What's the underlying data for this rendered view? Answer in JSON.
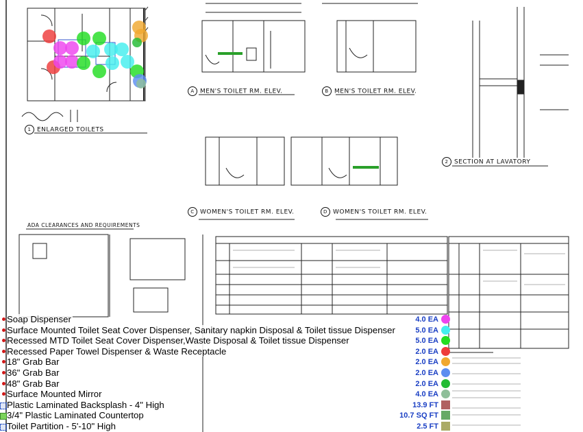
{
  "drawing": {
    "captions": {
      "enlarged_toilets": "ENLARGED TOILETS",
      "mens_a": "MEN'S TOILET RM. ELEV.",
      "mens_b": "MEN'S TOILET RM. ELEV.",
      "womens_c": "WOMEN'S TOILET RM. ELEV.",
      "womens_d": "WOMEN'S TOILET RM. ELEV.",
      "section_lavatory": "SECTION AT LAVATORY",
      "ada_clearances": "ADA CLEARANCES AND REQUIREMENTS"
    },
    "caption_numbers": {
      "n1": "1",
      "a": "A",
      "b": "B",
      "c": "C",
      "d": "D",
      "n2": "2"
    }
  },
  "legend": {
    "items": [
      {
        "label": "Soap Dispenser",
        "qty": "4.0 EA",
        "color": "#ee44ee",
        "shape": "circle",
        "icon": "bullet"
      },
      {
        "label": "Surface Mounted Toilet Seat Cover Dispenser, Sanitary napkin Disposal & Toilet tissue Dispenser",
        "qty": "5.0 EA",
        "color": "#44eeee",
        "shape": "circle",
        "icon": "bullet"
      },
      {
        "label": "Recessed MTD Toilet Seat Cover Dispenser,Waste Disposal & Toilet tissue Dispenser",
        "qty": "5.0 EA",
        "color": "#22dd22",
        "shape": "circle",
        "icon": "bullet"
      },
      {
        "label": "Recessed Paper Towel Dispenser & Waste Receptacle",
        "qty": "2.0 EA",
        "color": "#ee3b3b",
        "shape": "circle",
        "icon": "bullet"
      },
      {
        "label": "18\" Grab Bar",
        "qty": "2.0 EA",
        "color": "#f0a830",
        "shape": "circle",
        "icon": "bullet"
      },
      {
        "label": "36\" Grab Bar",
        "qty": "2.0 EA",
        "color": "#5b8ef0",
        "shape": "circle",
        "icon": "bullet"
      },
      {
        "label": "48\" Grab Bar",
        "qty": "2.0 EA",
        "color": "#22bb33",
        "shape": "circle",
        "icon": "bullet"
      },
      {
        "label": "Surface Mounted Mirror",
        "qty": "4.0 EA",
        "color": "#8fbf9a",
        "shape": "circle",
        "icon": "bullet"
      },
      {
        "label": "Plastic Laminated Backsplash - 4\" High",
        "qty": "13.9 FT",
        "color": "#b06060",
        "shape": "square",
        "icon": "line-measure-icon"
      },
      {
        "label": "3/4\" Plastic Laminated Countertop",
        "qty": "10.7 SQ FT",
        "color": "#66aa66",
        "shape": "square",
        "icon": "area-measure-icon"
      },
      {
        "label": "Toilet Partition - 5'-10\" High",
        "qty": "2.5 FT",
        "color": "#aaaa66",
        "shape": "square",
        "icon": "line-measure-icon"
      }
    ]
  },
  "colors": {
    "qty_text": "#1a3fc4",
    "bullet": "#d01818"
  }
}
